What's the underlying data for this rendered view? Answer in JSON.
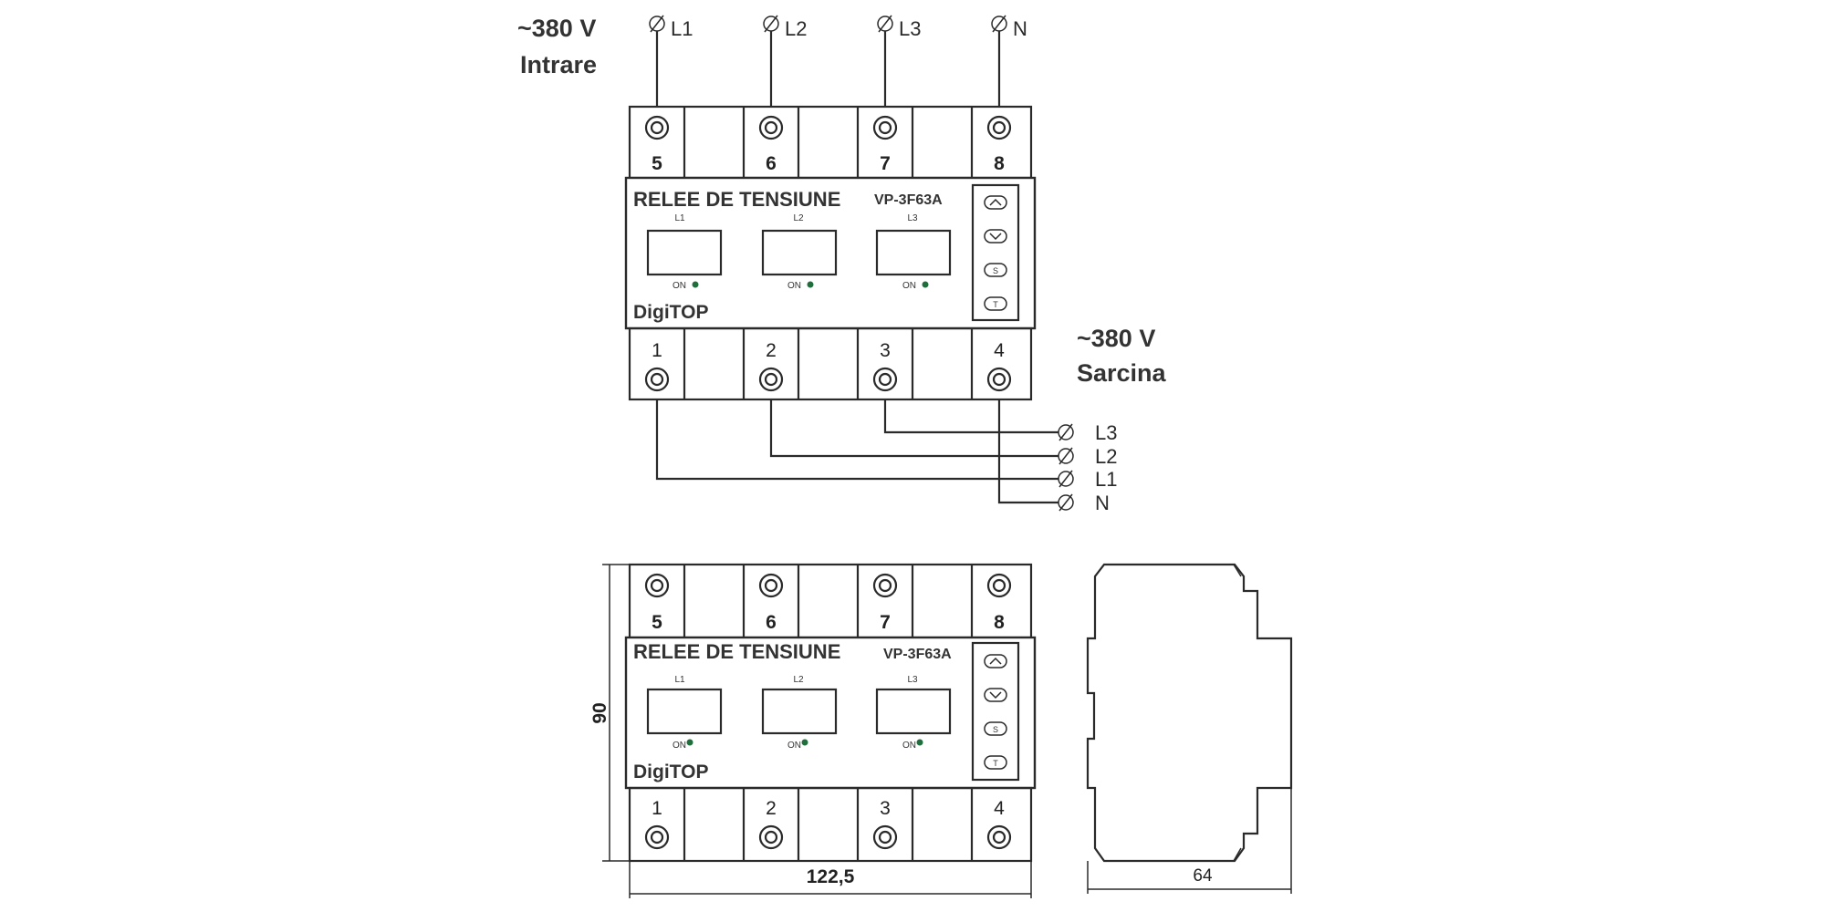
{
  "input": {
    "voltage": "~380 V",
    "label": "Intrare"
  },
  "load": {
    "voltage": "~380 V",
    "label": "Sarcina"
  },
  "top_wires": [
    "L1",
    "L2",
    "L3",
    "N"
  ],
  "bottom_wires": [
    "L3",
    "L2",
    "L1",
    "N"
  ],
  "device": {
    "title": "RELEE DE TENSIUNE",
    "model": "VP-3F63A",
    "brand": "DigiTOP",
    "top_terminals": [
      "5",
      "6",
      "7",
      "8"
    ],
    "bottom_terminals": [
      "1",
      "2",
      "3",
      "4"
    ],
    "phases": [
      "L1",
      "L2",
      "L3"
    ],
    "indicator_label": "ON",
    "buttons": [
      "up",
      "down",
      "S",
      "T"
    ],
    "indicator_color": "#1f6e3c"
  },
  "dimensions": {
    "height": "90",
    "width": "122,5",
    "depth": "64"
  }
}
